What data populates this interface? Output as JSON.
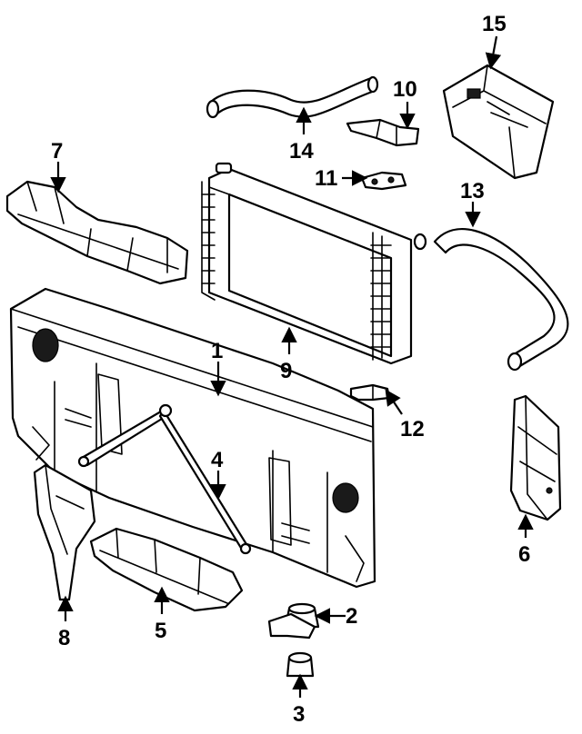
{
  "callouts": [
    {
      "id": "1",
      "label": "1"
    },
    {
      "id": "2",
      "label": "2"
    },
    {
      "id": "3",
      "label": "3"
    },
    {
      "id": "4",
      "label": "4"
    },
    {
      "id": "5",
      "label": "5"
    },
    {
      "id": "6",
      "label": "6"
    },
    {
      "id": "7",
      "label": "7"
    },
    {
      "id": "8",
      "label": "8"
    },
    {
      "id": "9",
      "label": "9"
    },
    {
      "id": "10",
      "label": "10"
    },
    {
      "id": "11",
      "label": "11"
    },
    {
      "id": "12",
      "label": "12"
    },
    {
      "id": "13",
      "label": "13"
    },
    {
      "id": "14",
      "label": "14"
    },
    {
      "id": "15",
      "label": "15"
    }
  ],
  "colors": {
    "line": "#000000",
    "fill": "#ffffff",
    "shade": "#1a1a1a"
  }
}
